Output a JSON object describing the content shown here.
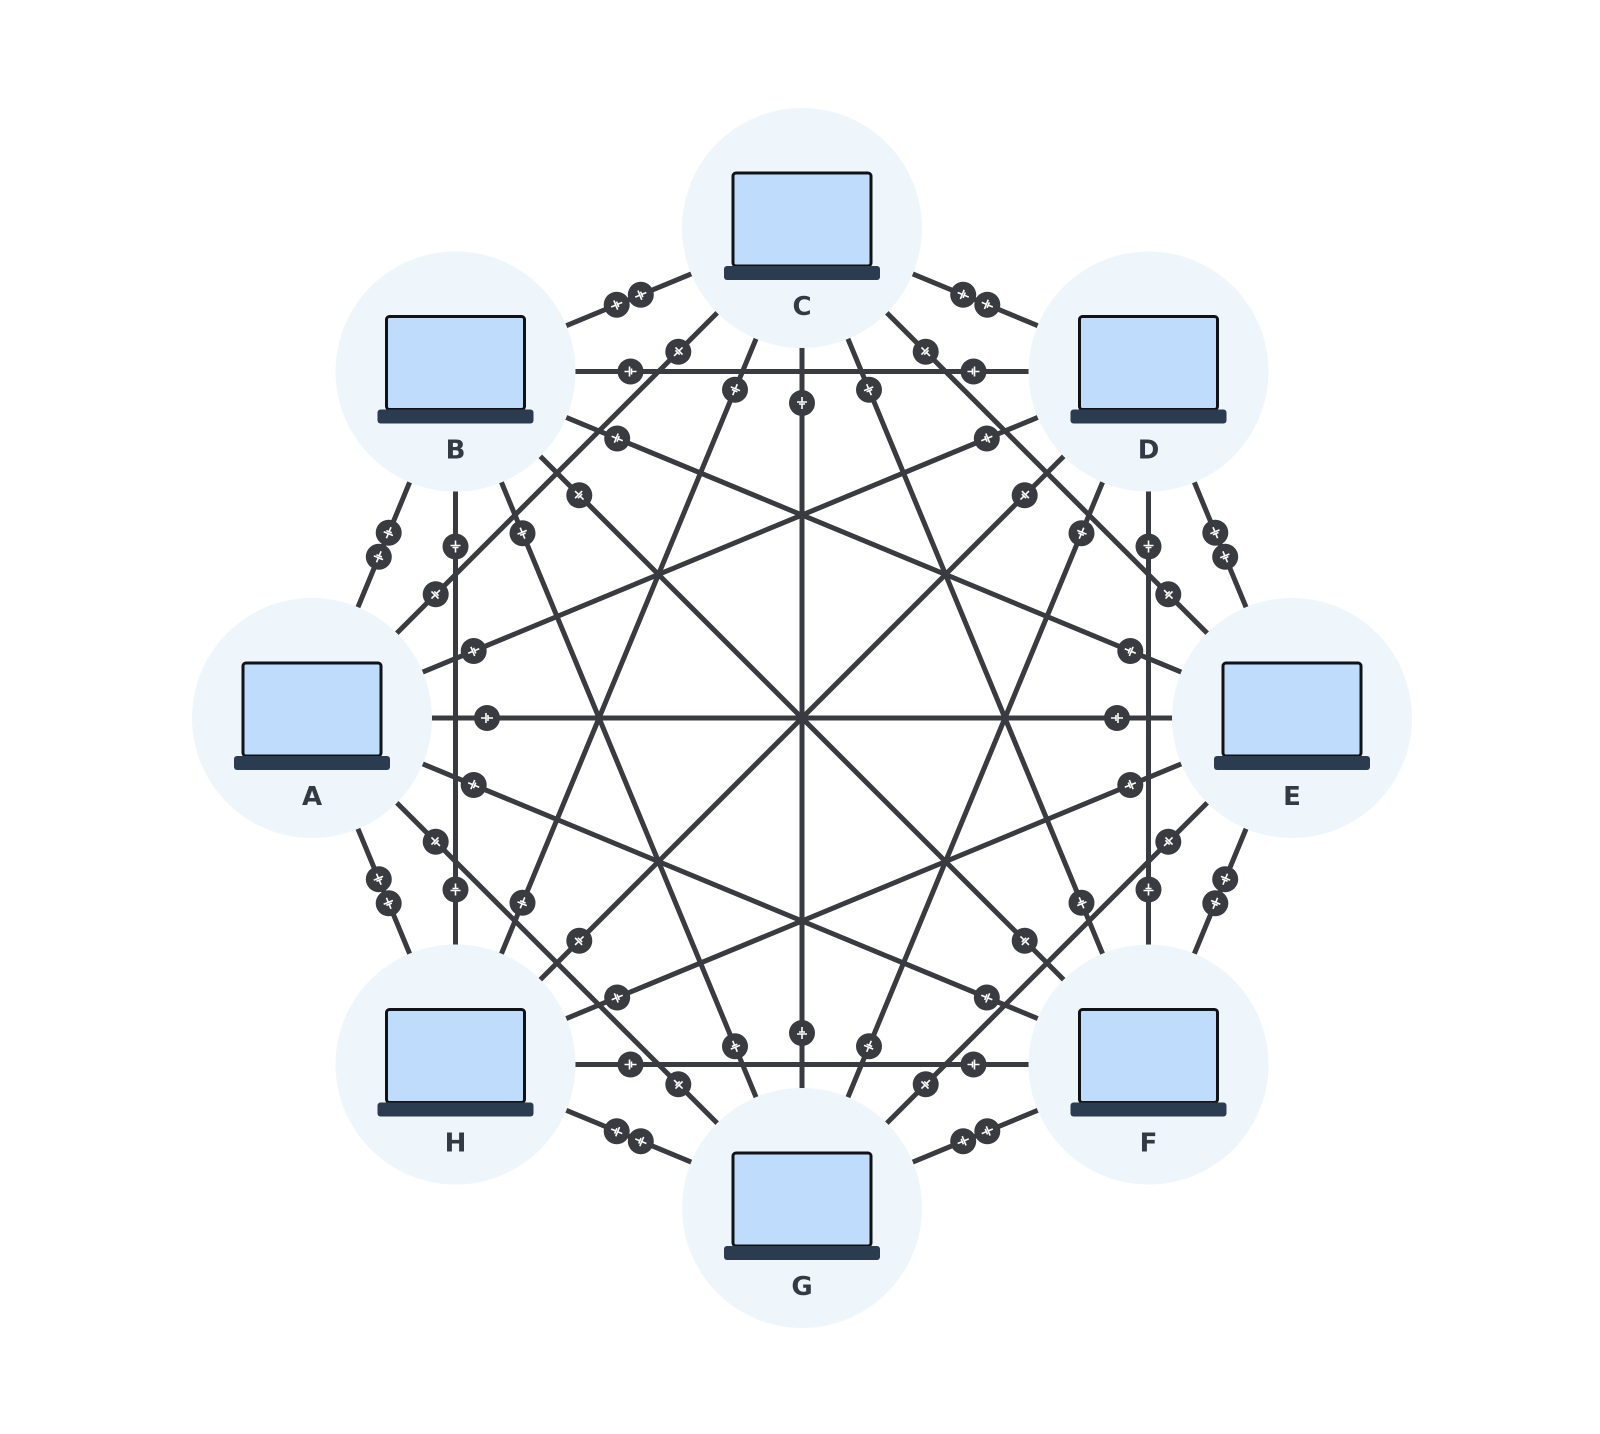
{
  "diagram": {
    "nodes": [
      {
        "id": "A",
        "label": "A",
        "icon": "laptop-icon"
      },
      {
        "id": "B",
        "label": "B",
        "icon": "laptop-icon"
      },
      {
        "id": "C",
        "label": "C",
        "icon": "laptop-icon"
      },
      {
        "id": "D",
        "label": "D",
        "icon": "laptop-icon"
      },
      {
        "id": "E",
        "label": "E",
        "icon": "laptop-icon"
      },
      {
        "id": "F",
        "label": "F",
        "icon": "laptop-icon"
      },
      {
        "id": "G",
        "label": "G",
        "icon": "laptop-icon"
      },
      {
        "id": "H",
        "label": "H",
        "icon": "laptop-icon"
      }
    ],
    "topology": "full-mesh",
    "connector_icon": "cable-plug-icon",
    "colors": {
      "link": "#3a3b40",
      "node_halo": "#eef6fb",
      "screen": "#c0dcfc",
      "laptop_base": "#2b3b50",
      "label": "#333a44"
    }
  }
}
